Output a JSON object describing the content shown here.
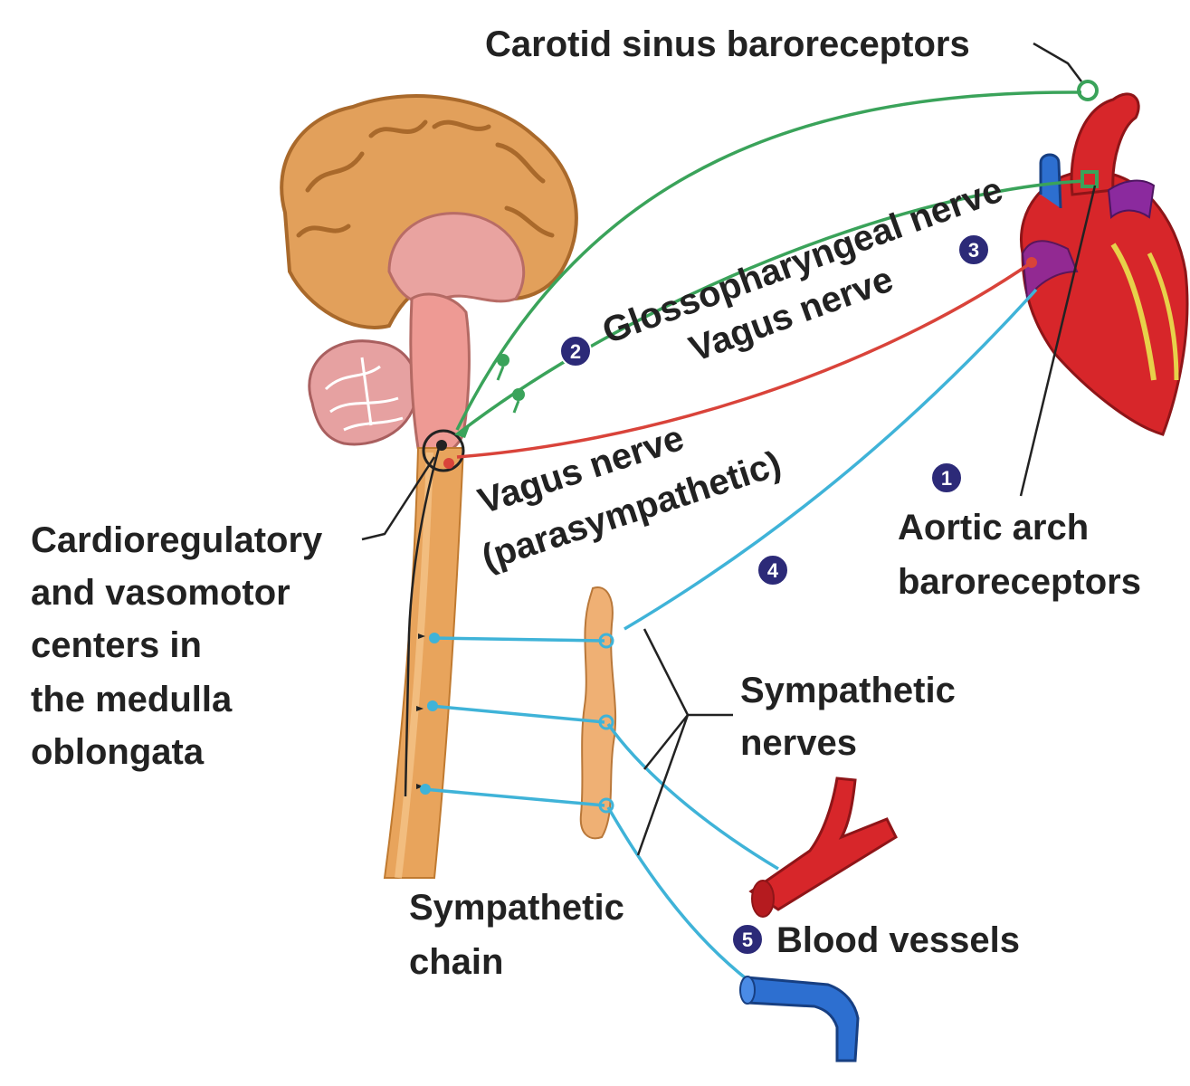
{
  "labels": {
    "carotid": "Carotid sinus baroreceptors",
    "glosso": "Glossopharyngeal nerve",
    "vagus_upper": "Vagus nerve",
    "vagus_lower_1": "Vagus nerve",
    "vagus_lower_2": "(parasympathetic)",
    "cardio": [
      "Cardioregulatory",
      "and vasomotor",
      "centers in",
      "the medulla",
      "oblongata"
    ],
    "aortic": [
      "Aortic arch",
      "baroreceptors"
    ],
    "symp_nerves": [
      "Sympathetic",
      "nerves"
    ],
    "symp_chain": [
      "Sympathetic",
      "chain"
    ],
    "blood_vessels": "Blood vessels"
  },
  "steps": [
    "1",
    "2",
    "3",
    "4",
    "5"
  ],
  "colors": {
    "sensory_green": "#3aa35a",
    "vagus_red": "#d9433a",
    "sympathetic_blue": "#3fb3d8",
    "badge": "#2c2a78",
    "brain": "#e0a35a",
    "heart": "#d7262a",
    "spinal_cord": "#e8a45c"
  }
}
